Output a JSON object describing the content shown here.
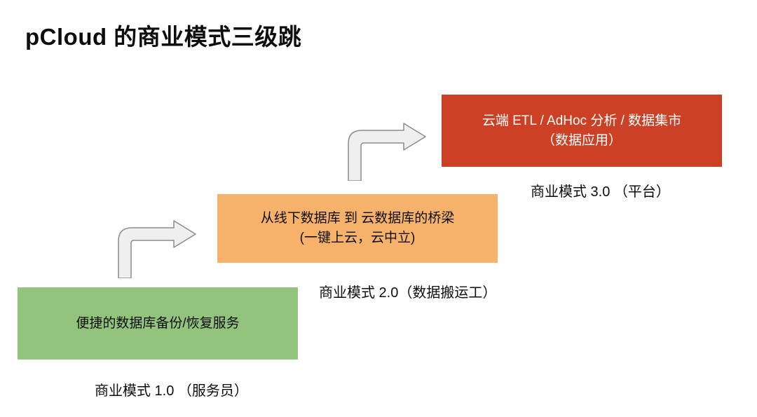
{
  "title": "pCloud 的商业模式三级跳",
  "stages": [
    {
      "box_lines": [
        "便捷的数据库备份/恢复服务"
      ],
      "caption": "商业模式 1.0 （服务员）",
      "box_color": "#93c47d",
      "text_color": "#0d0d0d"
    },
    {
      "box_lines": [
        "从线下数据库 到 云数据库的桥梁",
        "(一键上云，云中立)"
      ],
      "caption": "商业模式 2.0（数据搬运工）",
      "box_color": "#f6b26b",
      "text_color": "#0d0d0d"
    },
    {
      "box_lines": [
        "云端 ETL / AdHoc 分析 / 数据集市",
        "（数据应用）"
      ],
      "caption": "商业模式 3.0 （平台）",
      "box_color": "#cc4125",
      "text_color": "#ffffff"
    }
  ],
  "icons": {
    "arrow_1": "curved-up-right-arrow",
    "arrow_2": "curved-up-right-arrow"
  }
}
